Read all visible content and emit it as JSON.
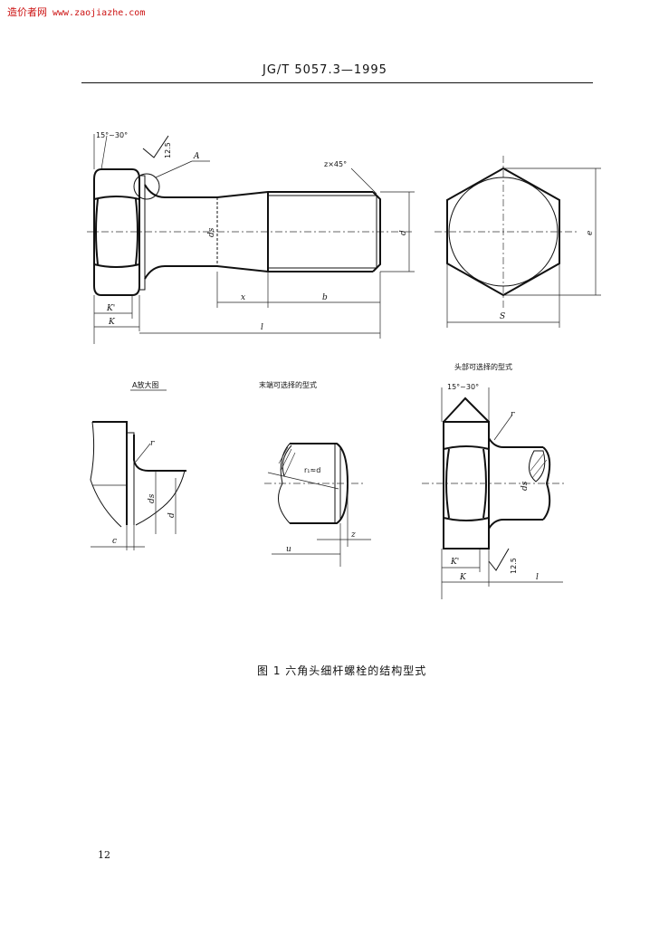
{
  "watermark": {
    "brand": "造价者网",
    "site": "www.zaojiazhe.com"
  },
  "header": {
    "standard_code": "JG/T 5057.3—1995"
  },
  "figure": {
    "main_view_labels": {
      "head_angle": "15°~30°",
      "roughness": "12.5",
      "detail_ref": "A",
      "chamfer": "z×45°",
      "ds": "ds",
      "d": "d",
      "x": "x",
      "b": "b",
      "k_prime": "K'",
      "k": "K",
      "l": "l",
      "e": "e",
      "s": "S"
    },
    "detail_a": {
      "title": "A放大图",
      "r": "r",
      "ds": "ds",
      "d": "d",
      "c": "c"
    },
    "end_option": {
      "title": "末端可选择的型式",
      "rule": "r₁≈d",
      "z": "z",
      "u": "u"
    },
    "head_option": {
      "title": "头部可选择的型式",
      "angle": "15°~30°",
      "r": "r",
      "ds": "ds",
      "k_prime": "K'",
      "k": "K",
      "roughness": "12.5",
      "l": "l"
    }
  },
  "caption": "图 1   六角头细杆螺栓的结构型式",
  "page_number": "12"
}
